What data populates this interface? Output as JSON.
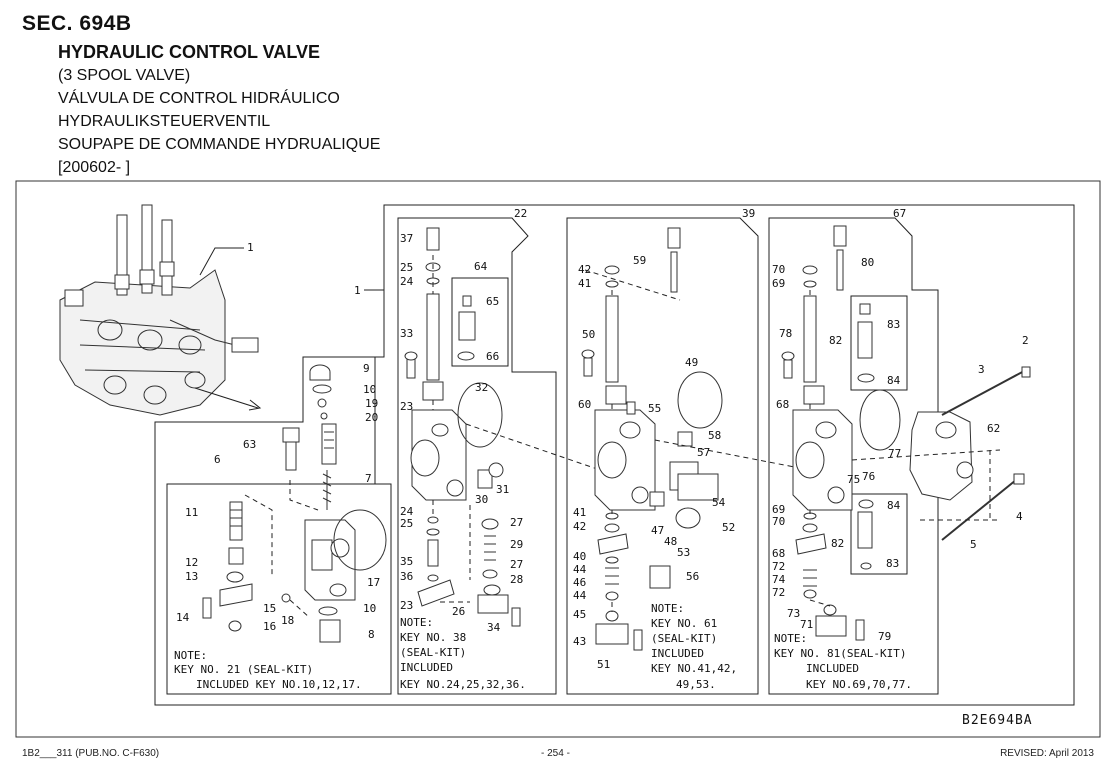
{
  "header": {
    "section": "SEC. 694B",
    "title_en": "HYDRAULIC CONTROL VALVE",
    "subtitle": "(3 SPOOL VALVE)",
    "title_es": "VÁLVULA DE CONTROL HIDRÁULICO",
    "title_de": "HYDRAULIKSTEUERVENTIL",
    "title_fr": "SOUPAPE DE COMMANDE HYDRUALIQUE",
    "serial_range": "[200602-              ]"
  },
  "diagram": {
    "code": "B2E694BA",
    "notes": {
      "n1": {
        "head": "NOTE:",
        "l1": "KEY NO. 21 (SEAL-KIT)",
        "l2": "INCLUDED KEY NO.10,12,17."
      },
      "n2": {
        "head": "NOTE:",
        "l1": "KEY NO. 38",
        "l2": "(SEAL-KIT)",
        "l3": "INCLUDED",
        "l4": "KEY NO.24,25,32,36."
      },
      "n3": {
        "head": "NOTE:",
        "l1": "KEY NO. 61",
        "l2": "(SEAL-KIT)",
        "l3": "INCLUDED",
        "l4": "KEY NO.41,42,",
        "l5": "49,53."
      },
      "n4": {
        "head": "NOTE:",
        "l1": "KEY NO. 81(SEAL-KIT)",
        "l2": "INCLUDED",
        "l3": "KEY NO.69,70,77."
      }
    },
    "callouts": {
      "c1a": "1",
      "c1b": "1",
      "c2": "2",
      "c3": "3",
      "c4": "4",
      "c5": "5",
      "c6": "6",
      "c7": "7",
      "c8": "8",
      "c9": "9",
      "c10a": "10",
      "c10b": "10",
      "c11": "11",
      "c12": "12",
      "c13": "13",
      "c14": "14",
      "c15": "15",
      "c16": "16",
      "c17": "17",
      "c18": "18",
      "c19": "19",
      "c20": "20",
      "c22": "22",
      "c23a": "23",
      "c23b": "23",
      "c24a": "24",
      "c24b": "24",
      "c25a": "25",
      "c25b": "25",
      "c26": "26",
      "c27a": "27",
      "c27b": "27",
      "c28": "28",
      "c29": "29",
      "c30": "30",
      "c31": "31",
      "c32": "32",
      "c33": "33",
      "c34": "34",
      "c35": "35",
      "c36": "36",
      "c37": "37",
      "c39": "39",
      "c40": "40",
      "c41a": "41",
      "c41b": "41",
      "c42a": "42",
      "c42b": "42",
      "c43": "43",
      "c44a": "44",
      "c44b": "44",
      "c45": "45",
      "c46": "46",
      "c47": "47",
      "c48": "48",
      "c49": "49",
      "c50": "50",
      "c51": "51",
      "c52": "52",
      "c53": "53",
      "c54": "54",
      "c55": "55",
      "c56": "56",
      "c57": "57",
      "c58": "58",
      "c59": "59",
      "c60": "60",
      "c62": "62",
      "c63": "63",
      "c64": "64",
      "c65": "65",
      "c66": "66",
      "c67": "67",
      "c68a": "68",
      "c68b": "68",
      "c69a": "69",
      "c69b": "69",
      "c70a": "70",
      "c70b": "70",
      "c71": "71",
      "c72a": "72",
      "c72b": "72",
      "c73": "73",
      "c74": "74",
      "c75": "75",
      "c76": "76",
      "c77": "77",
      "c78": "78",
      "c79": "79",
      "c80": "80",
      "c82a": "82",
      "c82b": "82",
      "c83a": "83",
      "c83b": "83",
      "c84a": "84",
      "c84b": "84"
    }
  },
  "footer": {
    "left": "1B2___311 (PUB.NO. C-F630)",
    "center": "- 254 -",
    "right": "REVISED: April 2013"
  }
}
